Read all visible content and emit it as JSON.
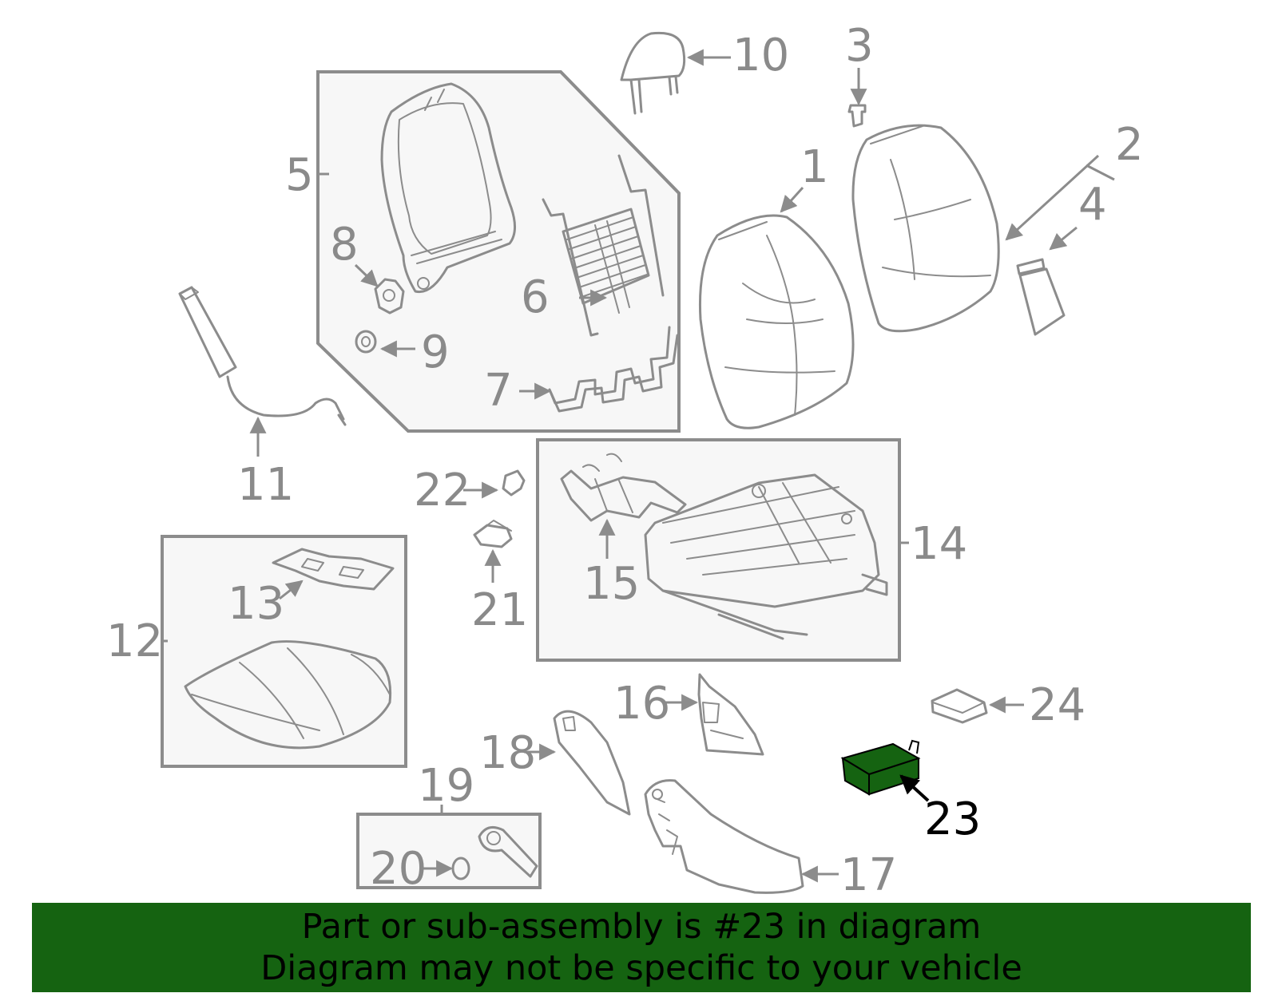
{
  "colors": {
    "highlight": "#156311",
    "banner_background": "#156311",
    "label": "#8a8a8a",
    "highlight_label": "#000000"
  },
  "callouts": {
    "c1": "1",
    "c2": "2",
    "c3": "3",
    "c4": "4",
    "c5": "5",
    "c6": "6",
    "c7": "7",
    "c8": "8",
    "c9": "9",
    "c10": "10",
    "c11": "11",
    "c12": "12",
    "c13": "13",
    "c14": "14",
    "c15": "15",
    "c16": "16",
    "c17": "17",
    "c18": "18",
    "c19": "19",
    "c20": "20",
    "c21": "21",
    "c22": "22",
    "c23": "23",
    "c24": "24"
  },
  "highlighted_part": "23",
  "banner": {
    "line1": "Part or sub-assembly is #23 in diagram",
    "line2": "Diagram may not be specific to your vehicle"
  }
}
